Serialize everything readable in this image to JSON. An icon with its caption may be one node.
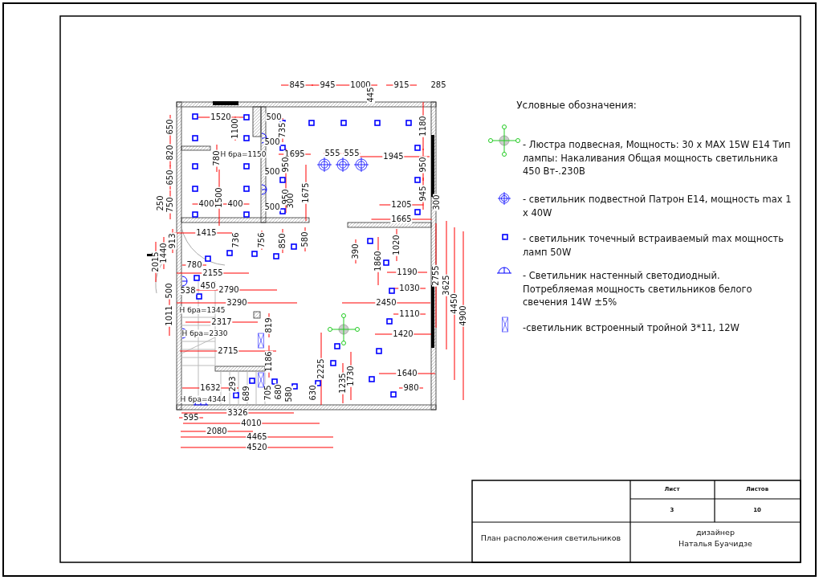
{
  "diagram": {
    "labels": [
      "845",
      "945",
      "1000",
      "915",
      "285",
      "445",
      "1520",
      "1100",
      "500",
      "735",
      "650",
      "500",
      "Н бра=1150",
      "1695",
      "820",
      "780",
      "555",
      "555",
      "1945",
      "1180",
      "950",
      "500",
      "650",
      "950",
      "1675",
      "950",
      "1500",
      "945",
      "750",
      "250",
      "400",
      "400",
      "300",
      "300",
      "1205",
      "500",
      "1665",
      "1415",
      "736",
      "756",
      "850",
      "580",
      "913",
      "2015",
      "1440",
      "390",
      "1020",
      "1860",
      "780",
      "1190",
      "2155",
      "2755",
      "450",
      "1030",
      "538",
      "500",
      "2790",
      "3625",
      "2450",
      "3290",
      "4450",
      "Н бра=1345",
      "1110",
      "1011",
      "4900",
      "2317",
      "819",
      "Н бра=2330",
      "1420",
      "2715",
      "1186",
      "2225",
      "1640",
      "1730",
      "1235",
      "293",
      "980",
      "1632",
      "689",
      "705",
      "680",
      "580",
      "630",
      "Н бра=4344",
      "3326",
      "595",
      "4010",
      "2080",
      "4465",
      "4520",
      "Условные обозначения:",
      "Лист",
      "Листов",
      "3",
      "10",
      "План расположения светильников",
      "дизайнер",
      "Наталья Буачидзе"
    ],
    "legend": [
      {
        "text": "-  Люстра подвесная, Мощность: 30 x MAX 15W E14 Тип лампы: Накаливания Общая мощность светильника 450 Вт-.230В"
      },
      {
        "text": "- светильник подвестной Патрон E14, мощность max 1 x 40W"
      },
      {
        "text": "- светильник точечный встраиваемый max мощность ламп 50W"
      },
      {
        "text": "-  Светильник настенный светодиодный. Потребляемая мощность светильников белого свечения 14W ±5%"
      },
      {
        "text": "-светильник встроенный тройной 3*11, 12W"
      }
    ]
  }
}
